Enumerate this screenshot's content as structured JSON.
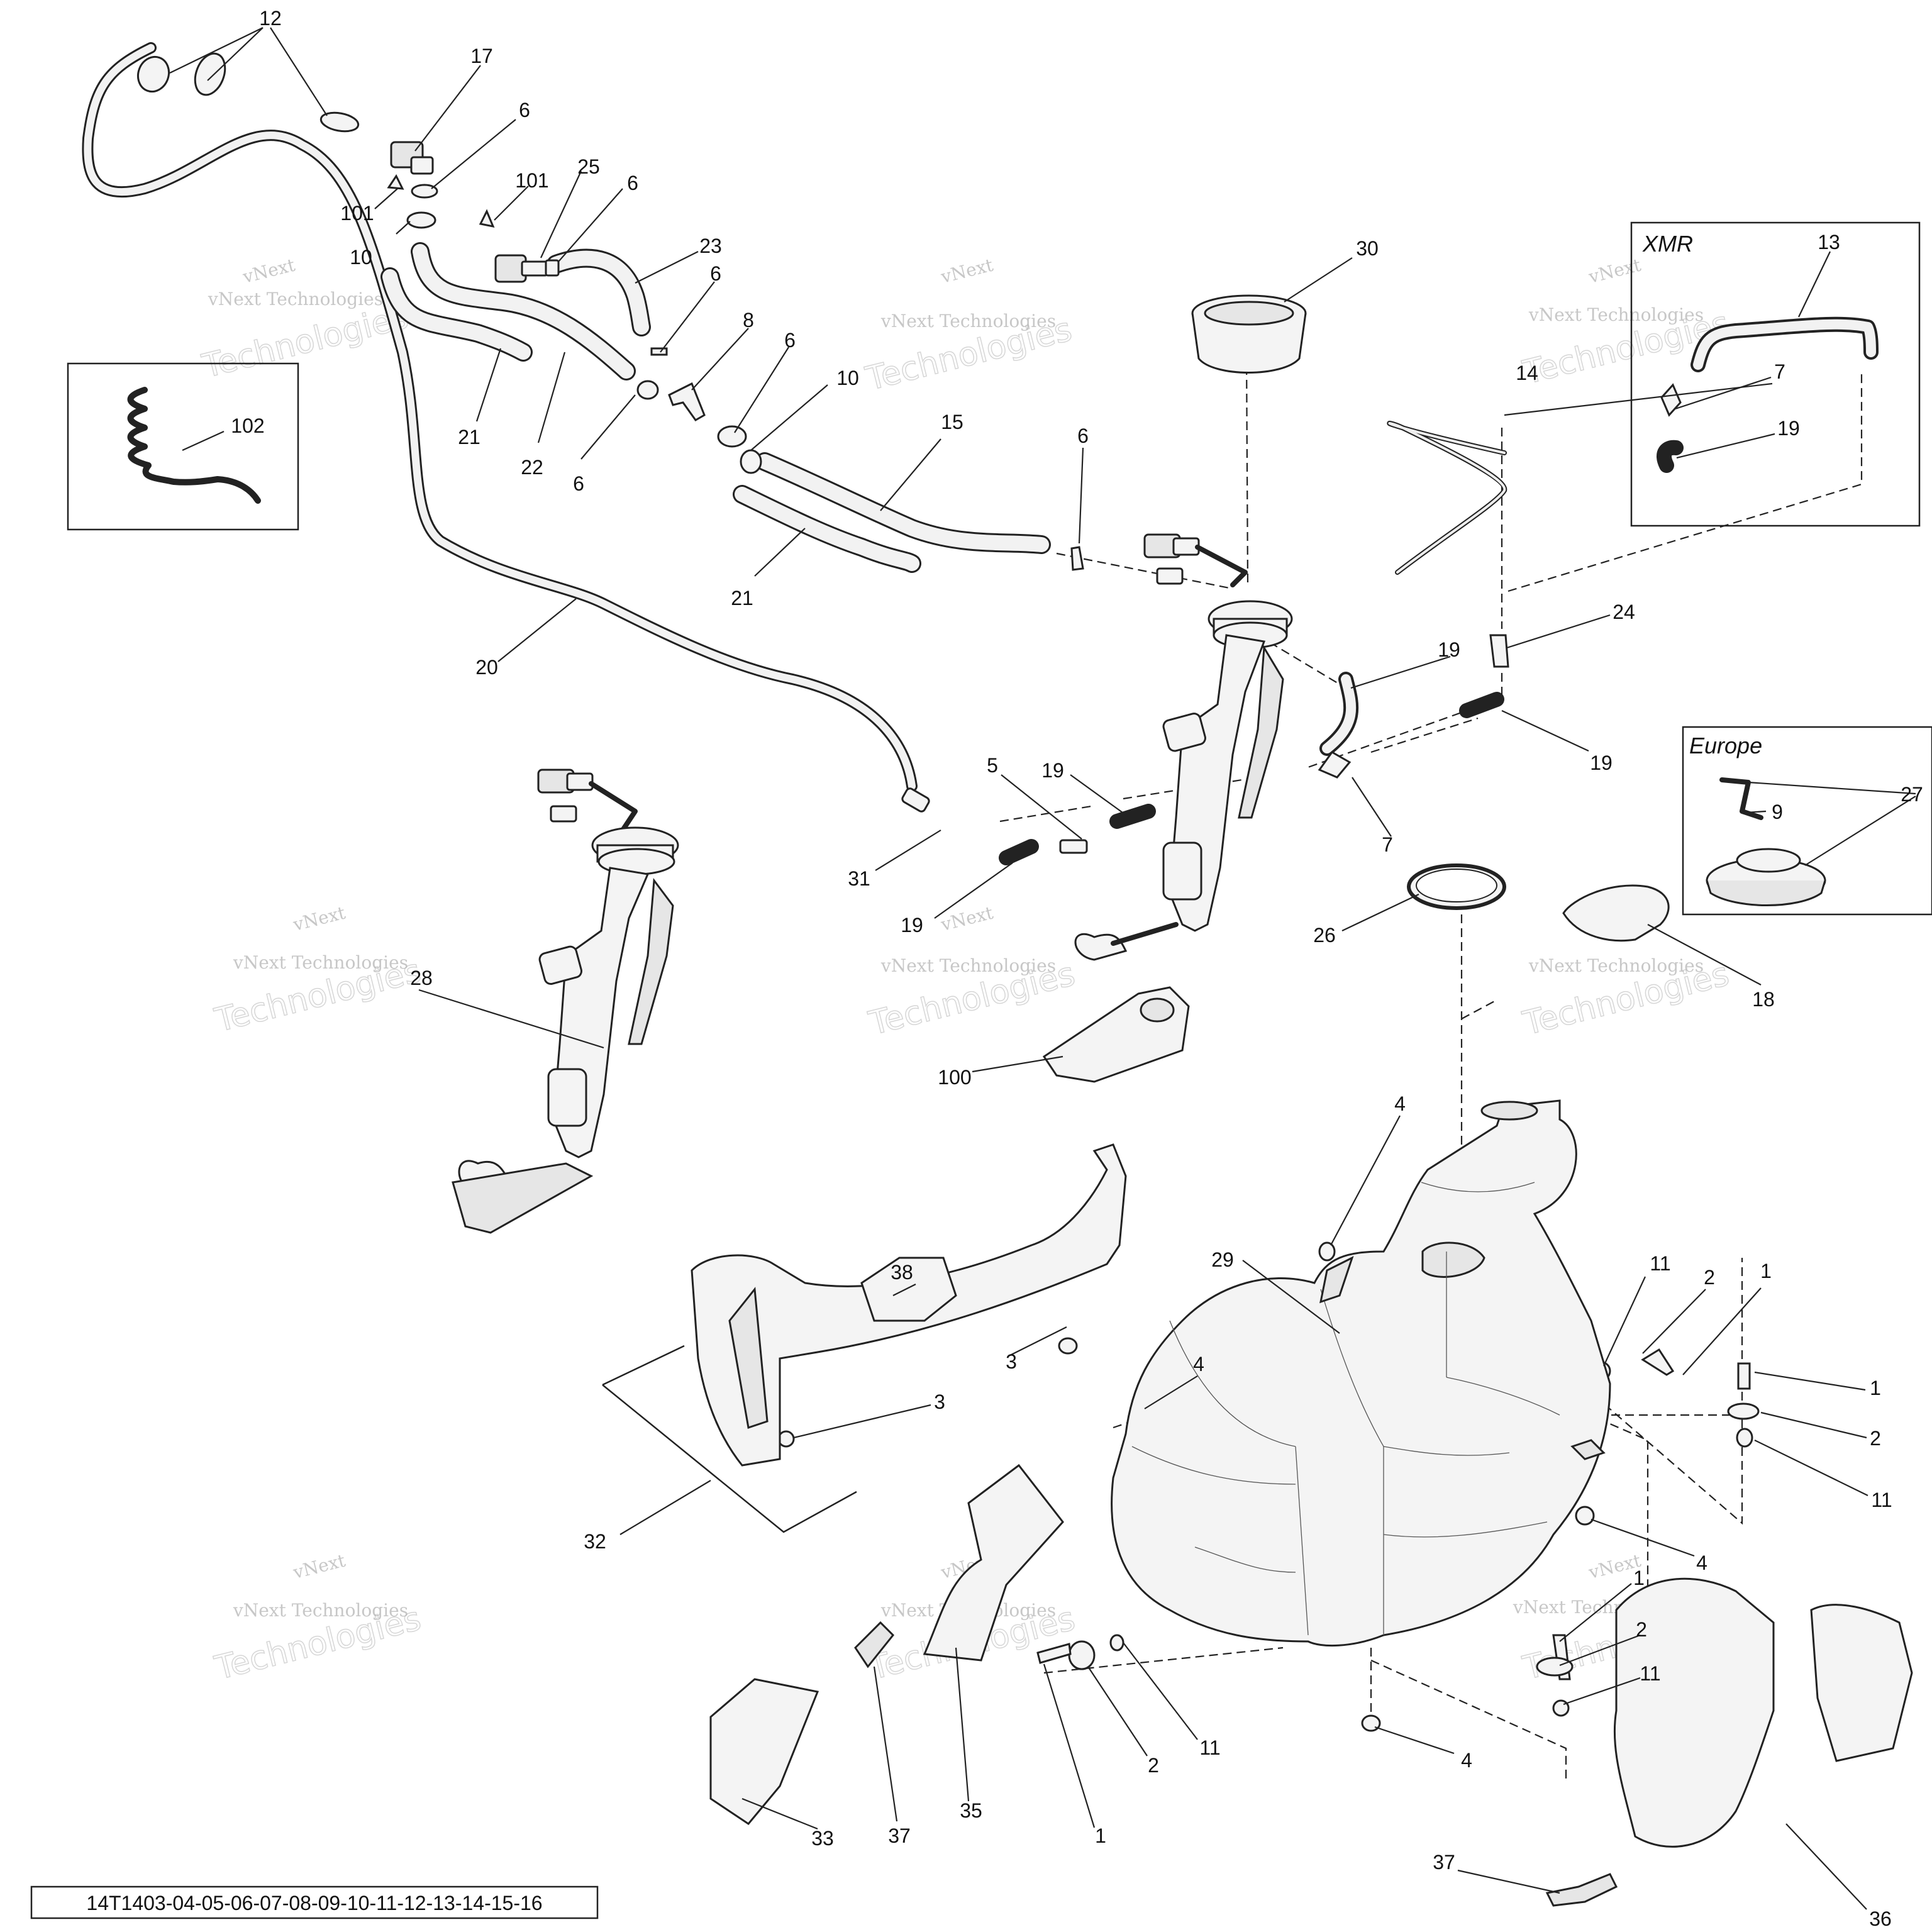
{
  "reference_code": "14T1403-04-05-06-07-08-09-10-11-12-13-14-15-16",
  "watermark": {
    "brand": "vNext",
    "company": "vNext Technologies",
    "word": "Technologies"
  },
  "boxes": {
    "xmr_title": "XMR",
    "europe_title": "Europe"
  },
  "callouts": [
    {
      "id": "c12",
      "label": "12"
    },
    {
      "id": "c17",
      "label": "17"
    },
    {
      "id": "c6a",
      "label": "6"
    },
    {
      "id": "c101a",
      "label": "101"
    },
    {
      "id": "c101b",
      "label": "101"
    },
    {
      "id": "c25",
      "label": "25"
    },
    {
      "id": "c6b",
      "label": "6"
    },
    {
      "id": "c10a",
      "label": "10"
    },
    {
      "id": "c23",
      "label": "23"
    },
    {
      "id": "c6c",
      "label": "6"
    },
    {
      "id": "c8",
      "label": "8"
    },
    {
      "id": "c6d",
      "label": "6"
    },
    {
      "id": "c10b",
      "label": "10"
    },
    {
      "id": "c102",
      "label": "102"
    },
    {
      "id": "c21a",
      "label": "21"
    },
    {
      "id": "c22",
      "label": "22"
    },
    {
      "id": "c6e",
      "label": "6"
    },
    {
      "id": "c15",
      "label": "15"
    },
    {
      "id": "c6f",
      "label": "6"
    },
    {
      "id": "c21b",
      "label": "21"
    },
    {
      "id": "c30",
      "label": "30"
    },
    {
      "id": "c13",
      "label": "13"
    },
    {
      "id": "c7a",
      "label": "7"
    },
    {
      "id": "c19a",
      "label": "19"
    },
    {
      "id": "c14",
      "label": "14"
    },
    {
      "id": "c24",
      "label": "24"
    },
    {
      "id": "c19b",
      "label": "19"
    },
    {
      "id": "c19c",
      "label": "19"
    },
    {
      "id": "c20",
      "label": "20"
    },
    {
      "id": "c5",
      "label": "5"
    },
    {
      "id": "c19d",
      "label": "19"
    },
    {
      "id": "c7b",
      "label": "7"
    },
    {
      "id": "c27",
      "label": "27"
    },
    {
      "id": "c9",
      "label": "9"
    },
    {
      "id": "c31",
      "label": "31"
    },
    {
      "id": "c19e",
      "label": "19"
    },
    {
      "id": "c26",
      "label": "26"
    },
    {
      "id": "c18",
      "label": "18"
    },
    {
      "id": "c28",
      "label": "28"
    },
    {
      "id": "c100",
      "label": "100"
    },
    {
      "id": "c4a",
      "label": "4"
    },
    {
      "id": "c29",
      "label": "29"
    },
    {
      "id": "c11a",
      "label": "11"
    },
    {
      "id": "c2a",
      "label": "2"
    },
    {
      "id": "c1a",
      "label": "1"
    },
    {
      "id": "c38",
      "label": "38"
    },
    {
      "id": "c3a",
      "label": "3"
    },
    {
      "id": "c4b",
      "label": "4"
    },
    {
      "id": "c1b",
      "label": "1"
    },
    {
      "id": "c2b",
      "label": "2"
    },
    {
      "id": "c3b",
      "label": "3"
    },
    {
      "id": "c11b",
      "label": "11"
    },
    {
      "id": "c4c",
      "label": "4"
    },
    {
      "id": "c32",
      "label": "32"
    },
    {
      "id": "c1c",
      "label": "1"
    },
    {
      "id": "c2c",
      "label": "2"
    },
    {
      "id": "c11c",
      "label": "11"
    },
    {
      "id": "c37a",
      "label": "37"
    },
    {
      "id": "c35",
      "label": "35"
    },
    {
      "id": "c11d",
      "label": "11"
    },
    {
      "id": "c2d",
      "label": "2"
    },
    {
      "id": "c1d",
      "label": "1"
    },
    {
      "id": "c4d",
      "label": "4"
    },
    {
      "id": "c33",
      "label": "33"
    },
    {
      "id": "c37b",
      "label": "37"
    },
    {
      "id": "c36",
      "label": "36"
    }
  ]
}
